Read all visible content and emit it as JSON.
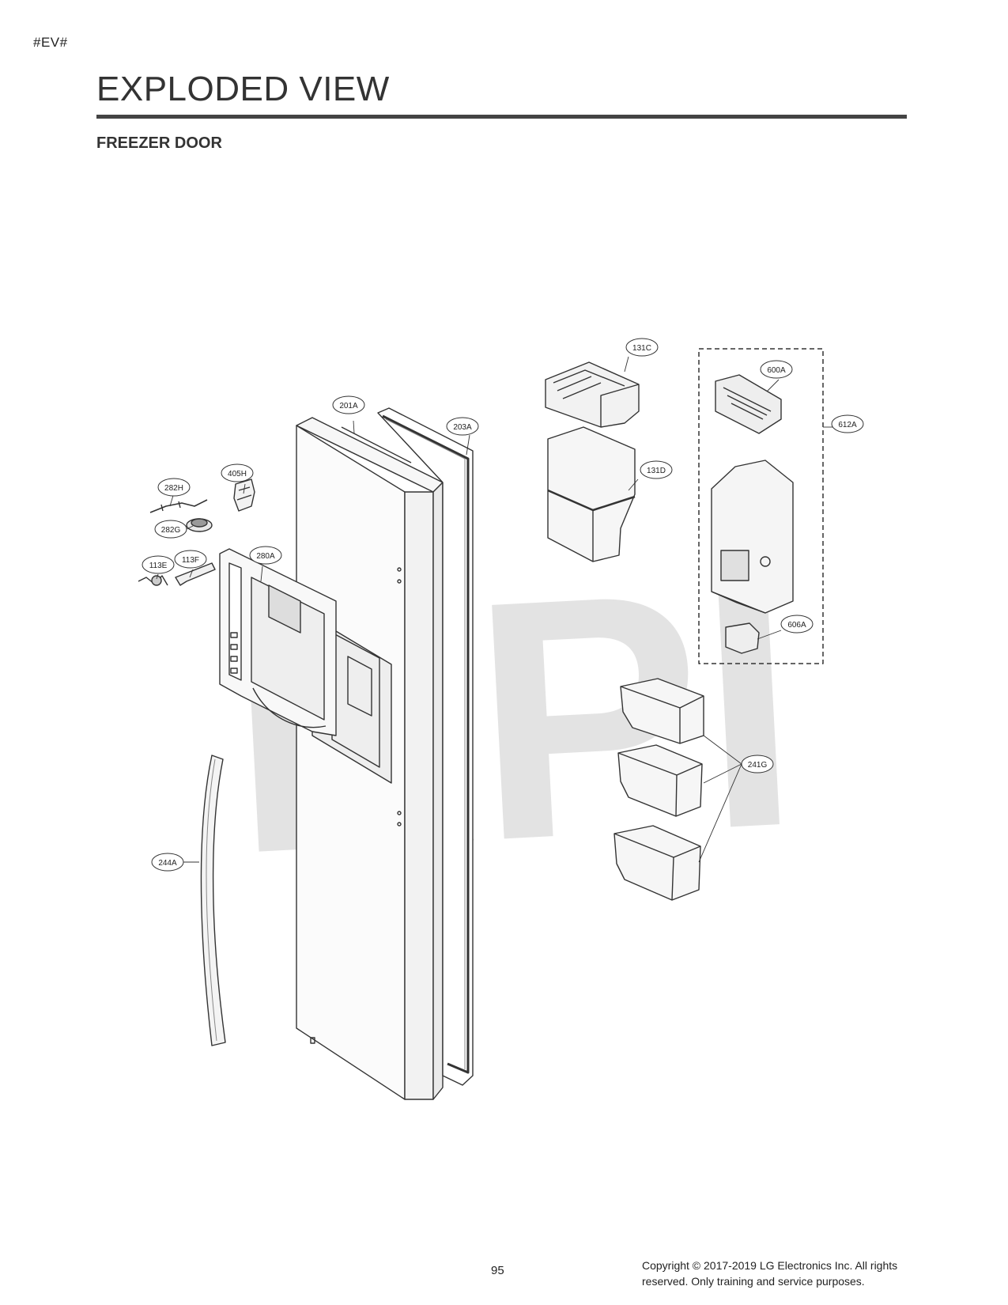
{
  "page_tag": "#EV#",
  "title": "EXPLODED VIEW",
  "subtitle": "FREEZER DOOR",
  "watermark": "RPI",
  "callouts": [
    "131C",
    "600A",
    "612A",
    "201A",
    "203A",
    "131D",
    "405H",
    "282H",
    "282G",
    "280A",
    "113E",
    "113F",
    "606A",
    "241G",
    "244A"
  ],
  "footer": {
    "page_number": "95",
    "copyright_line1": "Copyright © 2017-2019 LG Electronics Inc. All rights",
    "copyright_line2": "reserved. Only training and service purposes."
  }
}
